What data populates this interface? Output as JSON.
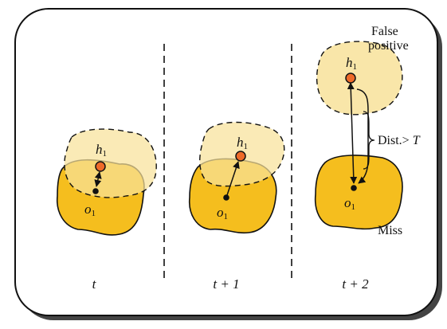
{
  "colors": {
    "object_fill": "#f5be1e",
    "hypothesis_fill": "#f8e29a",
    "hypothesis_dot": "#ee6a2a",
    "stroke": "#111111",
    "frame_shadow": "#444444"
  },
  "panels": [
    {
      "time_label": "t",
      "hypothesis_label": "h",
      "hypothesis_sub": "1",
      "object_label": "o",
      "object_sub": "1"
    },
    {
      "time_label": "t + 1",
      "hypothesis_label": "h",
      "hypothesis_sub": "1",
      "object_label": "o",
      "object_sub": "1"
    },
    {
      "time_label": "t + 2",
      "hypothesis_label": "h",
      "hypothesis_sub": "1",
      "object_label": "o",
      "object_sub": "1"
    }
  ],
  "annotations": {
    "false_positive_line1": "False",
    "false_positive_line2": "positive",
    "distance_prefix": "Dist.> ",
    "distance_threshold": "T",
    "miss": "Miss"
  }
}
